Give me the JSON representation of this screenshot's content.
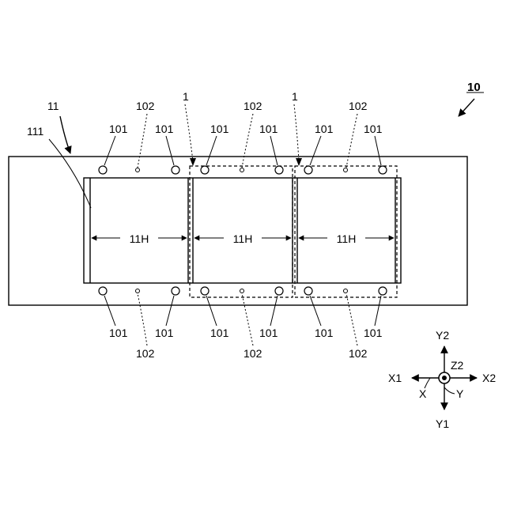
{
  "labels": {
    "assembly": "10",
    "tape": "11",
    "edge": "111",
    "pocket_width": "11H",
    "component": "1",
    "hole_large": "101",
    "hole_small": "102"
  },
  "axes": {
    "x1": "X1",
    "x2": "X2",
    "y1": "Y1",
    "y2": "Y2",
    "z2": "Z2",
    "x": "X",
    "y": "Y"
  }
}
